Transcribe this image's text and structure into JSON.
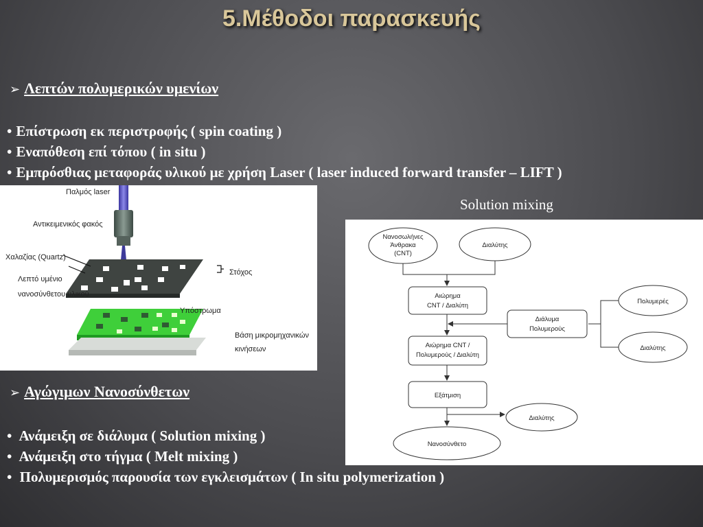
{
  "title": "5.Μέθοδοι παρασκευής",
  "section1": {
    "heading": "Λεπτών πολυμερικών  υμενίων",
    "bullets": [
      "Επίστρωση εκ περιστροφής ( spin coating )",
      "Εναπόθεση επί τόπου  ( in situ )",
      "Εμπρόσθιας μεταφοράς υλικού με χρήση Laser ( laser induced forward transfer – LIFT )"
    ]
  },
  "lift_diagram": {
    "labels": {
      "laser_pulse": "Παλμός laser",
      "objective": "Αντικειμενικός φακός",
      "quartz": "Χαλαζίας (Quartz)",
      "thin_film_1": "Λεπτό υμένιο",
      "thin_film_2": "νανοσύνθετου υλικού",
      "target": "Στόχος",
      "substrate": "Υπόστρωμα",
      "stage_1": "Βάση μικρομηχανικών",
      "stage_2": "κινήσεων"
    }
  },
  "solution_caption": "Solution  mixing",
  "flowchart": {
    "cnt_1": "Νανοσωλήνες",
    "cnt_2": "Άνθρακα",
    "cnt_3": "(CNT)",
    "solvent_top": "Διαλύτης",
    "suspension_1": "Αιώρημα",
    "suspension_2": "CNT / Διαλύτη",
    "polymer": "Πολυμερές",
    "polymer_solution_1": "Διάλυμα",
    "polymer_solution_2": "Πολυμερούς",
    "solvent_mid": "Διαλύτης",
    "mix_1": "Αιώρημα CNT /",
    "mix_2": "Πολυμερούς / Διαλύτη",
    "evaporation": "Εξάτμιση",
    "solvent_out": "Διαλύτης",
    "nanocomposite": "Νανοσύνθετο"
  },
  "section2": {
    "heading": "Αγώγιμων Νανοσύνθετων",
    "bullets": [
      "Ανάμειξη σε διάλυμα ( Solution mixing )",
      "Ανάμειξη στο τήγμα ( Melt mixing )",
      "Πολυμερισμός παρουσία των εγκλεισμάτων ( In situ polymerization )"
    ]
  }
}
